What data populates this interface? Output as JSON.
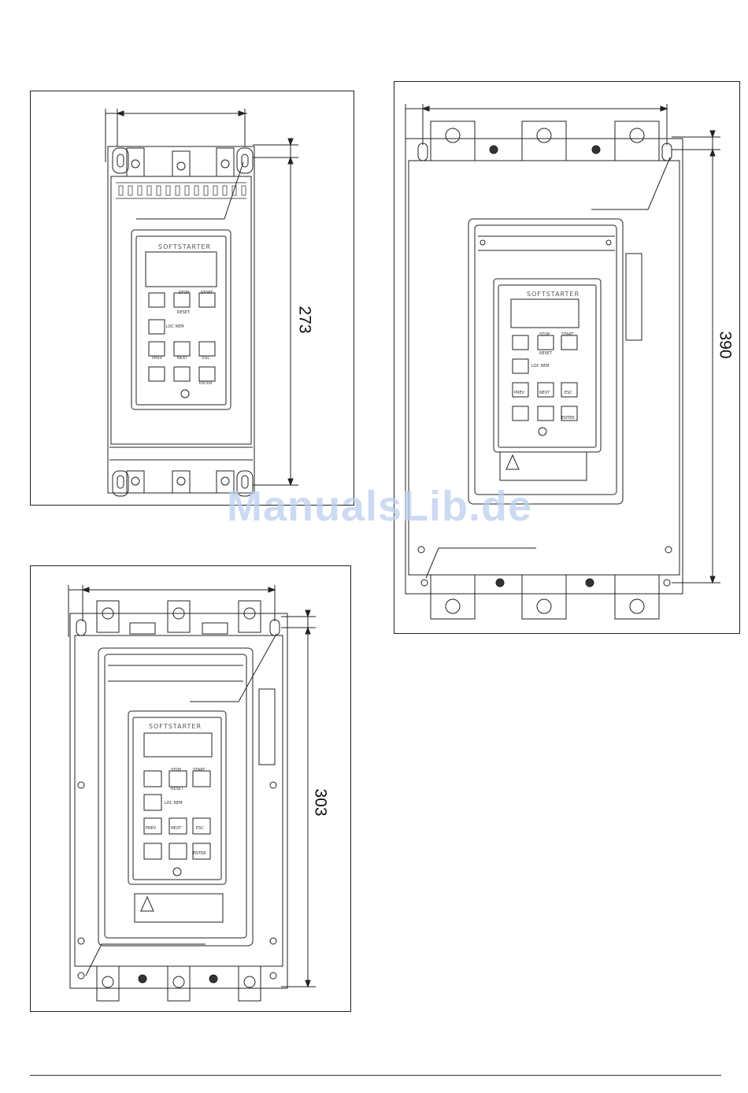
{
  "diagrams": [
    {
      "id": "small",
      "dimension_label": "273",
      "keypad_brand": "SOFTSTARTER"
    },
    {
      "id": "large",
      "dimension_label": "390",
      "keypad_brand": "SOFTSTARTER"
    },
    {
      "id": "medium",
      "dimension_label": "303",
      "keypad_brand": "SOFTSTARTER"
    }
  ],
  "keypad_labels": {
    "stop": "STOP",
    "reset": "RESET",
    "start": "START",
    "prev": "PREV",
    "next": "NEXT",
    "esc": "ESC",
    "enter": "ENTER",
    "loc_rem": "LOC REM"
  },
  "watermark": "ManualsLib.de"
}
